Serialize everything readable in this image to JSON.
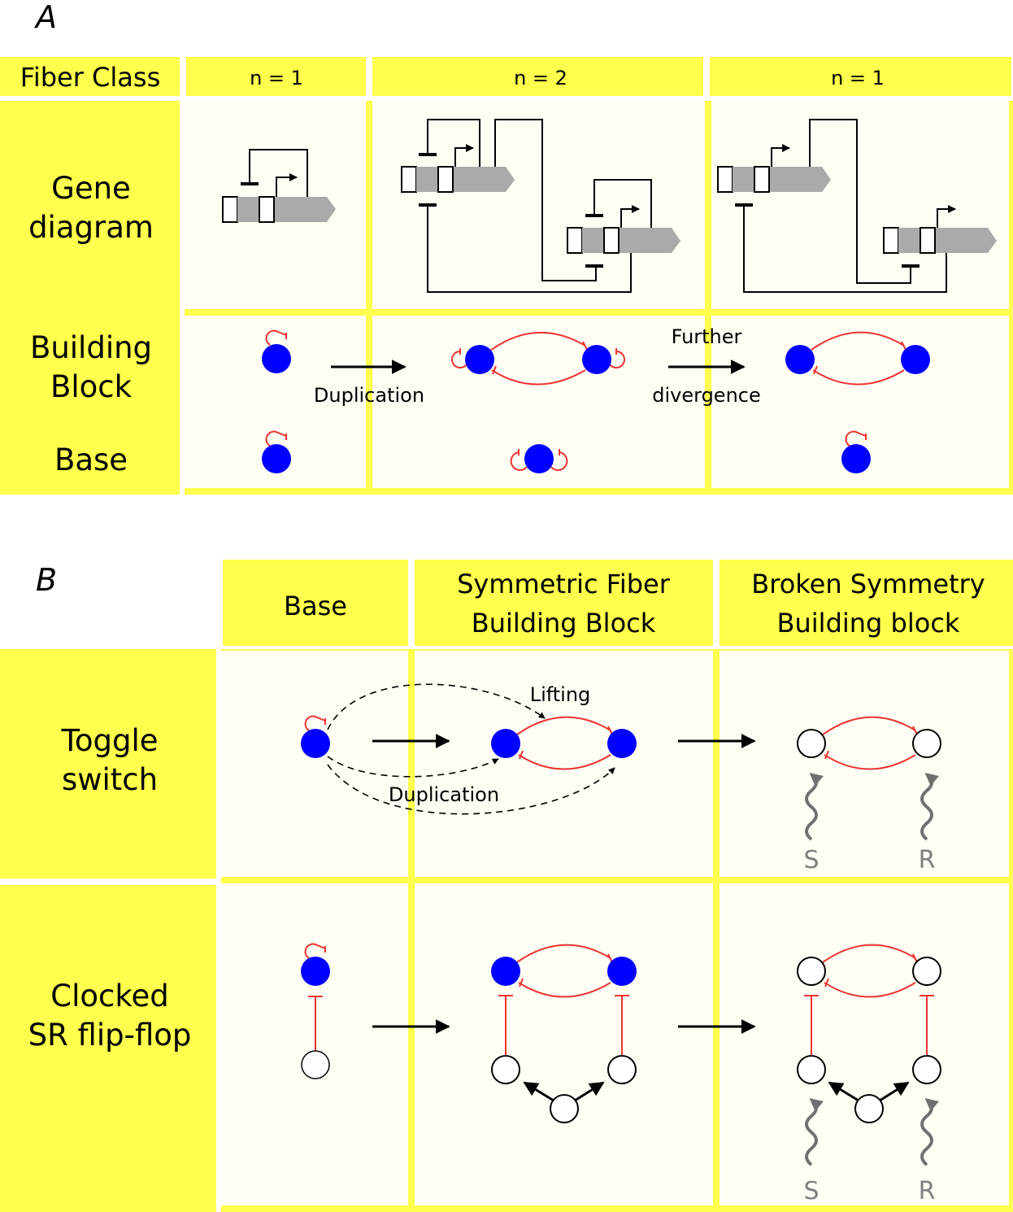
{
  "panel_a": {
    "letter": "A",
    "fiber_class_label": "Fiber Class",
    "columns": [
      "n = 1",
      "n = 2",
      "n = 1"
    ],
    "rows": {
      "gene_diagram": [
        "Gene",
        "diagram"
      ],
      "building_block": [
        "Building",
        "Block"
      ],
      "base": "Base"
    },
    "annotations": {
      "duplication": "Duplication",
      "further": "Further",
      "divergence": "divergence"
    }
  },
  "panel_b": {
    "letter": "B",
    "columns": {
      "base": "Base",
      "symmetric": [
        "Symmetric Fiber",
        "Building Block"
      ],
      "broken": [
        "Broken Symmetry",
        "Building block"
      ]
    },
    "rows": {
      "toggle": [
        "Toggle",
        "switch"
      ],
      "clocked": [
        "Clocked",
        "SR flip-flop"
      ]
    },
    "annotations": {
      "lifting": "Lifting",
      "duplication": "Duplication"
    },
    "signals": {
      "set": "S",
      "reset": "R"
    }
  },
  "colors": {
    "header_yellow": "#ffff4d",
    "cell_cream": "#fffef4",
    "node_blue": "#0000ff",
    "repression_red": "#ee3333",
    "gene_gray": "#aaaaaa",
    "signal_gray": "#707070"
  }
}
